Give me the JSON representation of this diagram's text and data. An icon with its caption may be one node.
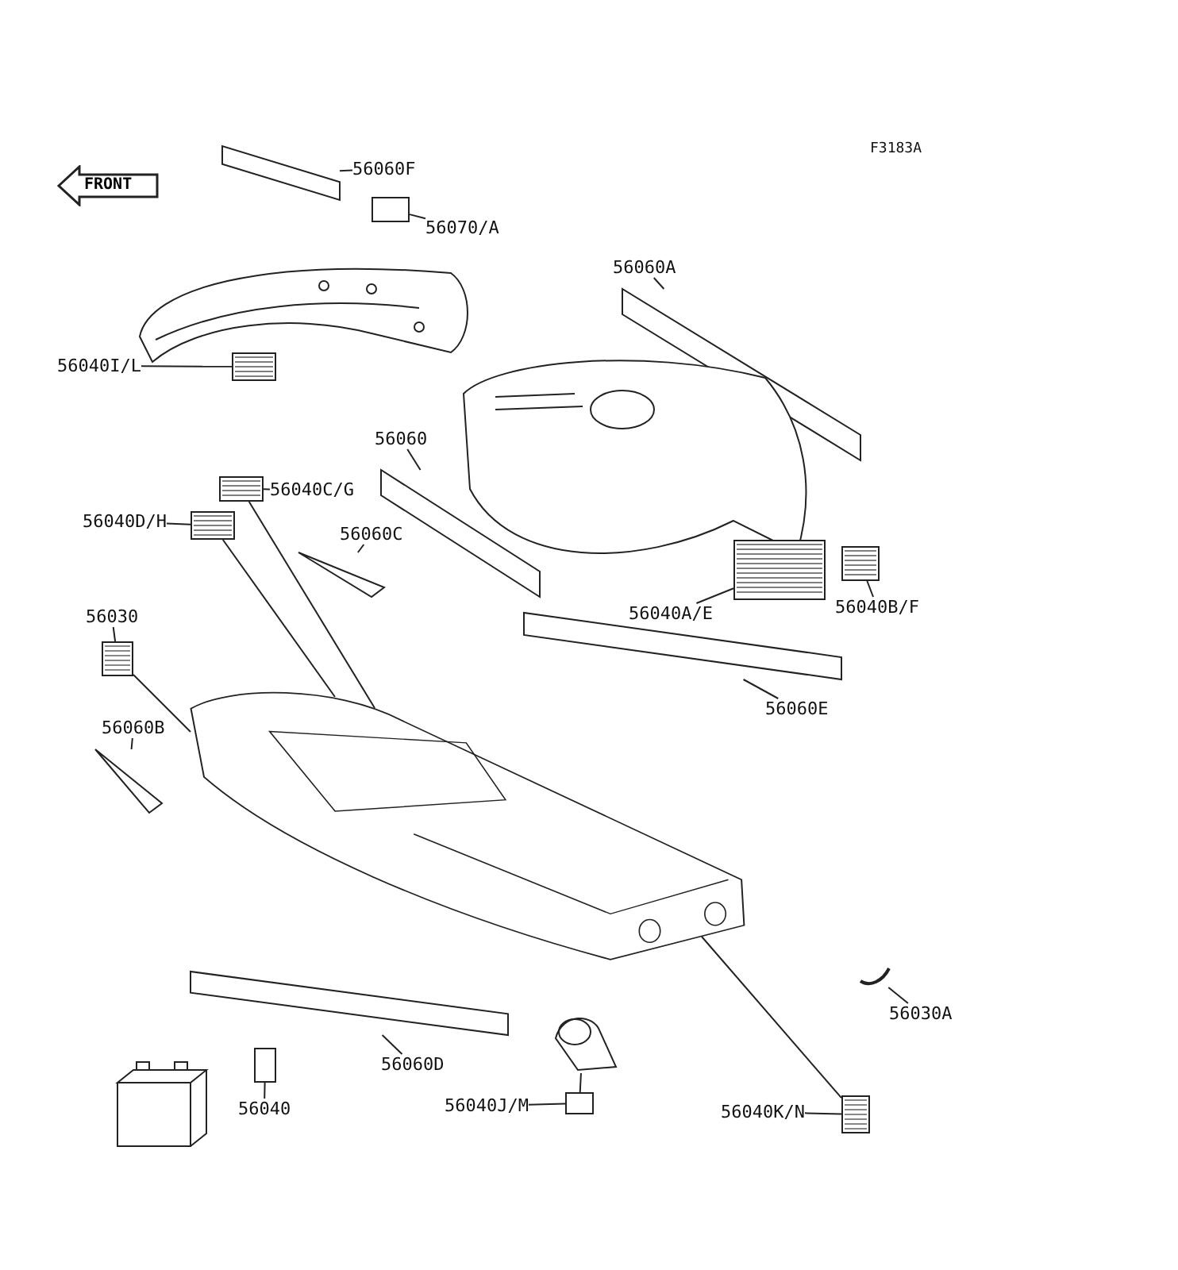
{
  "diagram": {
    "nodes": [
      {
        "text": [
          "56060F"
        ]
      },
      {
        "text": [],
        "shape": "bar"
      },
      {
        "text": [
          "56070/A"
        ]
      },
      {
        "text": [],
        "shape": "box"
      },
      {
        "text": [],
        "shape": "picture"
      },
      {
        "text": [
          "56060A"
        ]
      },
      {
        "text": [],
        "shape": "bar"
      },
      {
        "text": [
          "56040I/L"
        ]
      },
      {
        "text": [],
        "shape": "box"
      },
      {
        "text": [],
        "shape": "picture"
      },
      {
        "text": [
          "56060"
        ]
      },
      {
        "text": [],
        "shape": "bar"
      },
      {
        "text": [
          "56040C/G"
        ]
      },
      {
        "text": [],
        "shape": "box"
      },
      {
        "text": [
          "56040D/H"
        ]
      },
      {
        "text": [],
        "shape": "box"
      },
      {
        "text": [
          "56060C"
        ]
      },
      {
        "text": [],
        "shape": "bar"
      },
      {
        "text": [
          "56040A/E"
        ]
      },
      {
        "text": [],
        "shape": "box"
      },
      {
        "text": [
          "56040B/F"
        ]
      },
      {
        "text": [],
        "shape": "box"
      },
      {
        "text": [
          "56030"
        ]
      },
      {
        "text": [],
        "shape": "box"
      },
      {
        "text": [],
        "shape": "picture"
      },
      {
        "text": [
          "56060B"
        ]
      },
      {
        "text": [],
        "shape": "bar"
      },
      {
        "text": [
          "56060E"
        ]
      },
      {
        "text": [],
        "shape": "bar"
      },
      {
        "text": [
          "56040"
        ]
      },
      {
        "text": [],
        "shape": "box"
      },
      {
        "text": [],
        "shape": "picture"
      },
      {
        "text": [
          "56060D"
        ]
      },
      {
        "text": [],
        "shape": "bar"
      },
      {
        "text": [],
        "shape": "picture"
      },
      {
        "text": [
          "56030A"
        ]
      },
      {
        "text": [],
        "shape": "picture"
      },
      {
        "text": [
          "56040J/M"
        ]
      },
      {
        "text": [],
        "shape": "box"
      },
      {
        "text": [
          "56040K/N"
        ]
      },
      {
        "text": [],
        "shape": "box"
      },
      {
        "text": [
          "FRONT"
        ]
      }
    ],
    "edges": [
      {
        "from": 0,
        "to": 1,
        "arrow": "none"
      },
      {
        "from": 2,
        "to": 3,
        "arrow": "none"
      },
      {
        "from": 5,
        "to": 6,
        "arrow": "none"
      },
      {
        "from": 7,
        "to": 8,
        "arrow": "none"
      },
      {
        "from": 10,
        "to": 11,
        "arrow": "none"
      },
      {
        "from": 12,
        "to": 13,
        "arrow": "none"
      },
      {
        "from": 13,
        "to": 24,
        "arrow": "none"
      },
      {
        "from": 14,
        "to": 15,
        "arrow": "none"
      },
      {
        "from": 15,
        "to": 24,
        "arrow": "none"
      },
      {
        "from": 16,
        "to": 17,
        "arrow": "none"
      },
      {
        "from": 18,
        "to": 19,
        "arrow": "none"
      },
      {
        "from": 20,
        "to": 21,
        "arrow": "none"
      },
      {
        "from": 22,
        "to": 23,
        "arrow": "none"
      },
      {
        "from": 23,
        "to": 24,
        "arrow": "none"
      },
      {
        "from": 25,
        "to": 26,
        "arrow": "none"
      },
      {
        "from": 27,
        "to": 28,
        "arrow": "none"
      },
      {
        "from": 29,
        "to": 30,
        "arrow": "none"
      },
      {
        "from": 32,
        "to": 33,
        "arrow": "none"
      },
      {
        "from": 35,
        "to": 36,
        "arrow": "none"
      },
      {
        "from": 37,
        "to": 38,
        "arrow": "none"
      },
      {
        "from": 38,
        "to": 34,
        "arrow": "none"
      },
      {
        "from": 39,
        "to": 40,
        "arrow": "none"
      },
      {
        "from": 40,
        "to": 24,
        "arrow": "none"
      }
    ],
    "labels": [
      "F3183A"
    ]
  }
}
